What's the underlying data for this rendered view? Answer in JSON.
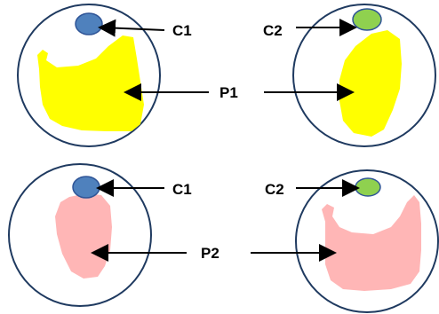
{
  "labels": {
    "c1_top": "C1",
    "c2_top": "C2",
    "p1": "P1",
    "c1_bottom": "C1",
    "c2_bottom": "C2",
    "p2": "P2"
  },
  "colors": {
    "circle_stroke": "#1f3a60",
    "small_circle_blue": "#4f81bd",
    "small_circle_green": "#8fd14f",
    "yellow_region": "#ffff00",
    "pink_region": "#ffb6b6",
    "arrow": "#000000"
  }
}
